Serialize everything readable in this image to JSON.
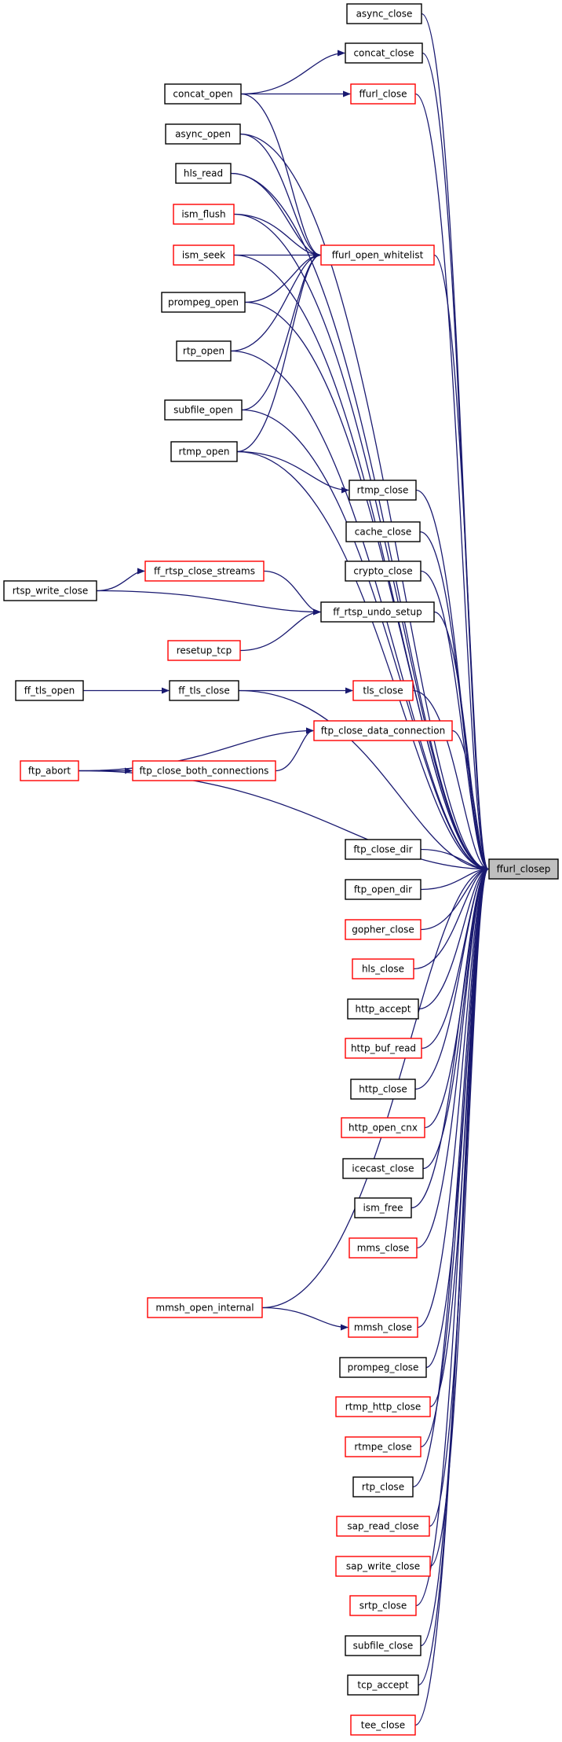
{
  "graph": {
    "edge_color": "#191970",
    "target_fill": "#bfbfbf",
    "target": {
      "label": "ffurl_closep",
      "border": "black"
    },
    "nodes": [
      {
        "id": "async_close",
        "label": "async_close",
        "border": "black"
      },
      {
        "id": "concat_close",
        "label": "concat_close",
        "border": "black"
      },
      {
        "id": "concat_open",
        "label": "concat_open",
        "border": "black"
      },
      {
        "id": "ffurl_close",
        "label": "ffurl_close",
        "border": "red"
      },
      {
        "id": "async_open",
        "label": "async_open",
        "border": "black"
      },
      {
        "id": "hls_read",
        "label": "hls_read",
        "border": "black"
      },
      {
        "id": "ism_flush",
        "label": "ism_flush",
        "border": "red"
      },
      {
        "id": "ism_seek",
        "label": "ism_seek",
        "border": "red"
      },
      {
        "id": "ffurl_open_whitelist",
        "label": "ffurl_open_whitelist",
        "border": "red"
      },
      {
        "id": "prompeg_open",
        "label": "prompeg_open",
        "border": "black"
      },
      {
        "id": "rtp_open",
        "label": "rtp_open",
        "border": "black"
      },
      {
        "id": "subfile_open",
        "label": "subfile_open",
        "border": "black"
      },
      {
        "id": "rtmp_open",
        "label": "rtmp_open",
        "border": "black"
      },
      {
        "id": "rtmp_close",
        "label": "rtmp_close",
        "border": "black"
      },
      {
        "id": "cache_close",
        "label": "cache_close",
        "border": "black"
      },
      {
        "id": "crypto_close",
        "label": "crypto_close",
        "border": "black"
      },
      {
        "id": "ff_rtsp_close_streams",
        "label": "ff_rtsp_close_streams",
        "border": "red"
      },
      {
        "id": "rtsp_write_close",
        "label": "rtsp_write_close",
        "border": "black"
      },
      {
        "id": "ff_rtsp_undo_setup",
        "label": "ff_rtsp_undo_setup",
        "border": "black"
      },
      {
        "id": "resetup_tcp",
        "label": "resetup_tcp",
        "border": "red"
      },
      {
        "id": "ff_tls_open",
        "label": "ff_tls_open",
        "border": "black"
      },
      {
        "id": "ff_tls_close",
        "label": "ff_tls_close",
        "border": "black"
      },
      {
        "id": "tls_close",
        "label": "tls_close",
        "border": "red"
      },
      {
        "id": "ftp_close_data_connection",
        "label": "ftp_close_data_connection",
        "border": "red"
      },
      {
        "id": "ftp_abort",
        "label": "ftp_abort",
        "border": "red"
      },
      {
        "id": "ftp_close_both_connections",
        "label": "ftp_close_both_connections",
        "border": "red"
      },
      {
        "id": "ftp_close_dir",
        "label": "ftp_close_dir",
        "border": "black"
      },
      {
        "id": "ftp_open_dir",
        "label": "ftp_open_dir",
        "border": "black"
      },
      {
        "id": "gopher_close",
        "label": "gopher_close",
        "border": "red"
      },
      {
        "id": "hls_close",
        "label": "hls_close",
        "border": "red"
      },
      {
        "id": "http_accept",
        "label": "http_accept",
        "border": "black"
      },
      {
        "id": "http_buf_read",
        "label": "http_buf_read",
        "border": "red"
      },
      {
        "id": "http_close",
        "label": "http_close",
        "border": "black"
      },
      {
        "id": "http_open_cnx",
        "label": "http_open_cnx",
        "border": "red"
      },
      {
        "id": "icecast_close",
        "label": "icecast_close",
        "border": "black"
      },
      {
        "id": "ism_free",
        "label": "ism_free",
        "border": "black"
      },
      {
        "id": "mms_close",
        "label": "mms_close",
        "border": "red"
      },
      {
        "id": "mmsh_open_internal",
        "label": "mmsh_open_internal",
        "border": "red"
      },
      {
        "id": "mmsh_close",
        "label": "mmsh_close",
        "border": "red"
      },
      {
        "id": "prompeg_close",
        "label": "prompeg_close",
        "border": "black"
      },
      {
        "id": "rtmp_http_close",
        "label": "rtmp_http_close",
        "border": "red"
      },
      {
        "id": "rtmpe_close",
        "label": "rtmpe_close",
        "border": "red"
      },
      {
        "id": "rtp_close",
        "label": "rtp_close",
        "border": "black"
      },
      {
        "id": "sap_read_close",
        "label": "sap_read_close",
        "border": "red"
      },
      {
        "id": "sap_write_close",
        "label": "sap_write_close",
        "border": "red"
      },
      {
        "id": "srtp_close",
        "label": "srtp_close",
        "border": "red"
      },
      {
        "id": "subfile_close",
        "label": "subfile_close",
        "border": "black"
      },
      {
        "id": "tcp_accept",
        "label": "tcp_accept",
        "border": "black"
      },
      {
        "id": "tee_close",
        "label": "tee_close",
        "border": "red"
      }
    ],
    "edges": [
      {
        "from": "async_close",
        "to": "ffurl_closep"
      },
      {
        "from": "concat_close",
        "to": "ffurl_closep"
      },
      {
        "from": "concat_open",
        "to": "concat_close"
      },
      {
        "from": "concat_open",
        "to": "ffurl_close"
      },
      {
        "from": "concat_open",
        "to": "ffurl_open_whitelist"
      },
      {
        "from": "ffurl_close",
        "to": "ffurl_closep"
      },
      {
        "from": "async_open",
        "to": "ffurl_closep"
      },
      {
        "from": "async_open",
        "to": "ffurl_open_whitelist"
      },
      {
        "from": "hls_read",
        "to": "ffurl_closep"
      },
      {
        "from": "hls_read",
        "to": "ffurl_open_whitelist"
      },
      {
        "from": "ism_flush",
        "to": "ffurl_closep"
      },
      {
        "from": "ism_flush",
        "to": "ffurl_open_whitelist"
      },
      {
        "from": "ism_seek",
        "to": "ffurl_open_whitelist"
      },
      {
        "from": "ism_seek",
        "to": "ffurl_closep"
      },
      {
        "from": "ffurl_open_whitelist",
        "to": "ffurl_closep"
      },
      {
        "from": "prompeg_open",
        "to": "ffurl_open_whitelist"
      },
      {
        "from": "prompeg_open",
        "to": "ffurl_closep"
      },
      {
        "from": "rtp_open",
        "to": "ffurl_open_whitelist"
      },
      {
        "from": "rtp_open",
        "to": "ffurl_closep"
      },
      {
        "from": "subfile_open",
        "to": "ffurl_open_whitelist"
      },
      {
        "from": "subfile_open",
        "to": "ffurl_closep"
      },
      {
        "from": "rtmp_open",
        "to": "ffurl_open_whitelist"
      },
      {
        "from": "rtmp_open",
        "to": "ffurl_closep"
      },
      {
        "from": "rtmp_open",
        "to": "rtmp_close"
      },
      {
        "from": "rtmp_close",
        "to": "ffurl_closep"
      },
      {
        "from": "cache_close",
        "to": "ffurl_closep"
      },
      {
        "from": "crypto_close",
        "to": "ffurl_closep"
      },
      {
        "from": "rtsp_write_close",
        "to": "ff_rtsp_close_streams"
      },
      {
        "from": "rtsp_write_close",
        "to": "ff_rtsp_undo_setup"
      },
      {
        "from": "ff_rtsp_close_streams",
        "to": "ff_rtsp_undo_setup"
      },
      {
        "from": "resetup_tcp",
        "to": "ff_rtsp_undo_setup"
      },
      {
        "from": "ff_rtsp_undo_setup",
        "to": "ffurl_closep"
      },
      {
        "from": "ff_tls_open",
        "to": "ff_tls_close"
      },
      {
        "from": "ff_tls_close",
        "to": "tls_close"
      },
      {
        "from": "ff_tls_close",
        "to": "ffurl_closep"
      },
      {
        "from": "tls_close",
        "to": "ffurl_closep"
      },
      {
        "from": "ftp_abort",
        "to": "ftp_close_data_connection"
      },
      {
        "from": "ftp_abort",
        "to": "ftp_close_both_connections"
      },
      {
        "from": "ftp_abort",
        "to": "ffurl_closep"
      },
      {
        "from": "ftp_close_both_connections",
        "to": "ftp_close_data_connection"
      },
      {
        "from": "ftp_close_data_connection",
        "to": "ffurl_closep"
      },
      {
        "from": "ftp_close_dir",
        "to": "ffurl_closep"
      },
      {
        "from": "ftp_open_dir",
        "to": "ffurl_closep"
      },
      {
        "from": "gopher_close",
        "to": "ffurl_closep"
      },
      {
        "from": "hls_close",
        "to": "ffurl_closep"
      },
      {
        "from": "http_accept",
        "to": "ffurl_closep"
      },
      {
        "from": "http_buf_read",
        "to": "ffurl_closep"
      },
      {
        "from": "http_close",
        "to": "ffurl_closep"
      },
      {
        "from": "http_open_cnx",
        "to": "ffurl_closep"
      },
      {
        "from": "icecast_close",
        "to": "ffurl_closep"
      },
      {
        "from": "ism_free",
        "to": "ffurl_closep"
      },
      {
        "from": "mms_close",
        "to": "ffurl_closep"
      },
      {
        "from": "mmsh_open_internal",
        "to": "ffurl_closep"
      },
      {
        "from": "mmsh_open_internal",
        "to": "mmsh_close"
      },
      {
        "from": "mmsh_close",
        "to": "ffurl_closep"
      },
      {
        "from": "prompeg_close",
        "to": "ffurl_closep"
      },
      {
        "from": "rtmp_http_close",
        "to": "ffurl_closep"
      },
      {
        "from": "rtmpe_close",
        "to": "ffurl_closep"
      },
      {
        "from": "rtp_close",
        "to": "ffurl_closep"
      },
      {
        "from": "sap_read_close",
        "to": "ffurl_closep"
      },
      {
        "from": "sap_write_close",
        "to": "ffurl_closep"
      },
      {
        "from": "srtp_close",
        "to": "ffurl_closep"
      },
      {
        "from": "subfile_close",
        "to": "ffurl_closep"
      },
      {
        "from": "tcp_accept",
        "to": "ffurl_closep"
      },
      {
        "from": "tee_close",
        "to": "ffurl_closep"
      }
    ]
  }
}
